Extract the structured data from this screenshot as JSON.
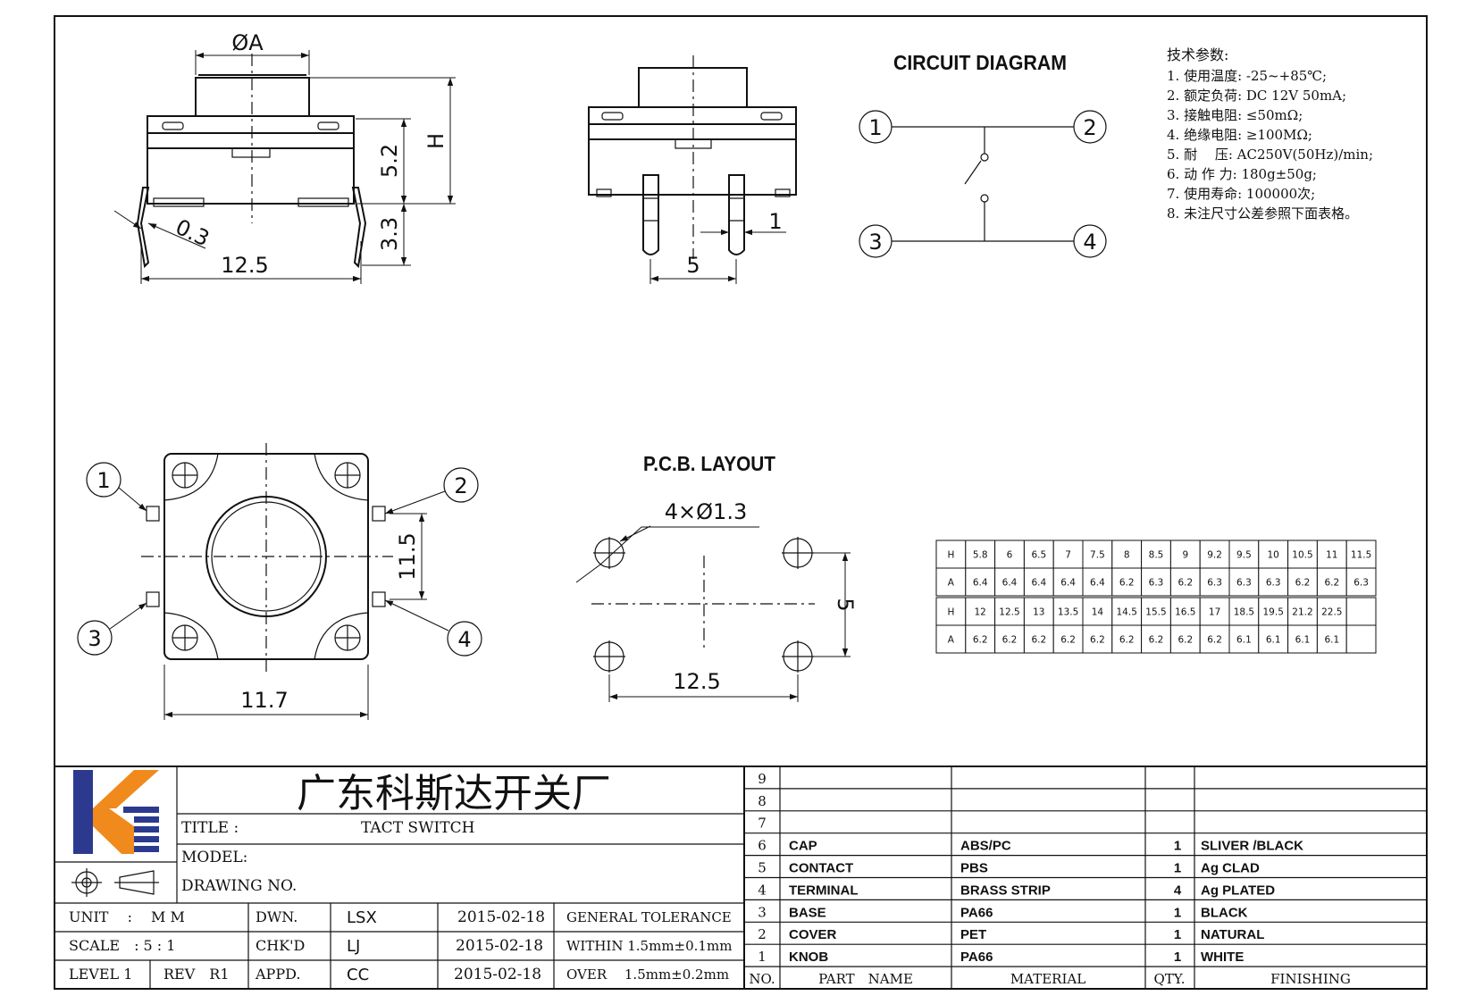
{
  "top_view": {
    "dia_label": "ØA",
    "h_label": "H",
    "dim_52": "5.2",
    "dim_33": "3.3",
    "dim_03": "0.3",
    "dim_125": "12.5"
  },
  "side_view": {
    "dim_1": "1",
    "dim_5": "5"
  },
  "circuit": {
    "title": "CIRCUIT DIAGRAM",
    "n1": "1",
    "n2": "2",
    "n3": "3",
    "n4": "4"
  },
  "specs": {
    "header": "技术参数:",
    "items": [
      "1. 使用温度: -25~+85℃;",
      "2. 额定负荷: DC 12V 50mA;",
      "3. 接触电阻: ≤50mΩ;",
      "4. 绝缘电阻: ≥100MΩ;",
      "5. 耐　 压: AC250V(50Hz)/min;",
      "6. 动 作 力: 180g±50g;",
      "7. 使用寿命: 100000次;",
      "8. 未注尺寸公差参照下面表格。"
    ]
  },
  "plan_view": {
    "n1": "1",
    "n2": "2",
    "n3": "3",
    "n4": "4",
    "dim_115": "11.5",
    "dim_117": "11.7"
  },
  "pcb": {
    "title": "P.C.B. LAYOUT",
    "holes": "4×Ø1.3",
    "dim_5": "5",
    "dim_125": "12.5"
  },
  "ha_table": {
    "rows": [
      [
        "H",
        "5.8",
        "6",
        "6.5",
        "7",
        "7.5",
        "8",
        "8.5",
        "9",
        "9.2",
        "9.5",
        "10",
        "10.5",
        "11",
        "11.5"
      ],
      [
        "A",
        "6.4",
        "6.4",
        "6.4",
        "6.4",
        "6.4",
        "6.2",
        "6.3",
        "6.2",
        "6.3",
        "6.3",
        "6.3",
        "6.2",
        "6.2",
        "6.3"
      ],
      [
        "H",
        "12",
        "12.5",
        "13",
        "13.5",
        "14",
        "14.5",
        "15.5",
        "16.5",
        "17",
        "18.5",
        "19.5",
        "21.2",
        "22.5",
        ""
      ],
      [
        "A",
        "6.2",
        "6.2",
        "6.2",
        "6.2",
        "6.2",
        "6.2",
        "6.2",
        "6.2",
        "6.2",
        "6.1",
        "6.1",
        "6.1",
        "6.1",
        ""
      ]
    ]
  },
  "title_block": {
    "company": "广东科斯达开关厂",
    "title_label": "TITLE :",
    "title_value": "TACT SWITCH",
    "model_label": "MODEL:",
    "drawing_label": "DRAWING NO.",
    "unit": "UNIT　 :　 M M",
    "scale": "SCALE　: 5 : 1",
    "level": "LEVEL 1",
    "rev": "REV　R1",
    "dwn": "DWN.",
    "chkd": "CHK'D",
    "appd": "APPD.",
    "dwn_by": "LSX",
    "chkd_by": "LJ",
    "appd_by": "CC",
    "date1": "2015-02-18",
    "date2": "2015-02-18",
    "date3": "2015-02-18",
    "tol_header": "GENERAL TOLERANCE",
    "tol1": "WITHIN 1.5mm±0.1mm",
    "tol2": "OVER　 1.5mm±0.2mm"
  },
  "bom": {
    "blank_rows": [
      "9",
      "8",
      "7"
    ],
    "rows": [
      {
        "no": "6",
        "part": "CAP",
        "material": "ABS/PC",
        "qty": "1",
        "finishing": "SLIVER /BLACK"
      },
      {
        "no": "5",
        "part": "CONTACT",
        "material": "PBS",
        "qty": "1",
        "finishing": "Ag CLAD"
      },
      {
        "no": "4",
        "part": "TERMINAL",
        "material": "BRASS STRIP",
        "qty": "4",
        "finishing": "Ag PLATED"
      },
      {
        "no": "3",
        "part": "BASE",
        "material": "PA66",
        "qty": "1",
        "finishing": "BLACK"
      },
      {
        "no": "2",
        "part": "COVER",
        "material": "PET",
        "qty": "1",
        "finishing": "NATURAL"
      },
      {
        "no": "1",
        "part": "KNOB",
        "material": "PA66",
        "qty": "1",
        "finishing": "WHITE"
      }
    ],
    "header": {
      "no": "NO.",
      "part": "PART　NAME",
      "material": "MATERIAL",
      "qty": "QTY.",
      "finishing": "FINISHING"
    }
  },
  "colors": {
    "logo_blue": "#2b3a8f",
    "logo_orange": "#f08a1c"
  }
}
